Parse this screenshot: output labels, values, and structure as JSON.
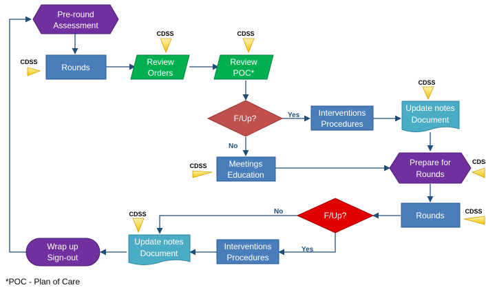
{
  "nodes": {
    "pre_round": [
      "Pre-round",
      "Assessment"
    ],
    "rounds_top": [
      "Rounds"
    ],
    "review_orders": [
      "Review",
      "Orders"
    ],
    "review_poc": [
      "Review",
      "POC*"
    ],
    "fup_top": [
      "F/Up?"
    ],
    "interventions_top": [
      "Interventions",
      "Procedures"
    ],
    "update_notes_top": [
      "Update notes",
      "Document"
    ],
    "meetings": [
      "Meetings",
      "Education"
    ],
    "prepare": [
      "Prepare for",
      "Rounds"
    ],
    "rounds_bottom": [
      "Rounds"
    ],
    "fup_bottom": [
      "F/Up?"
    ],
    "update_notes_bottom": [
      "Update notes",
      "Document"
    ],
    "interventions_bottom": [
      "Interventions",
      "Procedures"
    ],
    "wrap_up": [
      "Wrap up",
      "Sign-out"
    ]
  },
  "cdss_label": "CDSS",
  "edge_labels": {
    "yes": "Yes",
    "no": "No"
  },
  "footnote": "*POC - Plan of Care",
  "colors": {
    "purple": "#7030a0",
    "blue": "#4a7ebb",
    "green": "#00b050",
    "red": "#c0504d",
    "red_bright": "#e00000",
    "teal": "#4bacc6",
    "arrow": "#1f4e79",
    "cdss_yellow": "#ffe680"
  }
}
